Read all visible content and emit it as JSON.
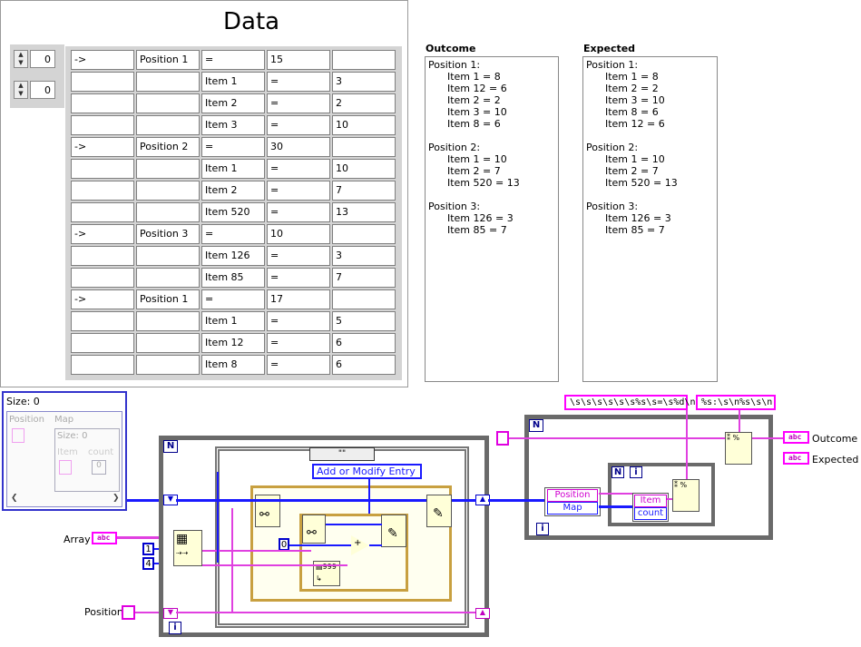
{
  "front_panel": {
    "title": "Data",
    "index_controls": [
      {
        "value": "0"
      },
      {
        "value": "0"
      }
    ],
    "table": {
      "rows": [
        [
          "->",
          "Position 1",
          "=",
          "15",
          ""
        ],
        [
          "",
          "",
          "Item 1",
          "=",
          "3"
        ],
        [
          "",
          "",
          "Item 2",
          "=",
          "2"
        ],
        [
          "",
          "",
          "Item 3",
          "=",
          "10"
        ],
        [
          "->",
          "Position 2",
          "=",
          "30",
          ""
        ],
        [
          "",
          "",
          "Item 1",
          "=",
          "10"
        ],
        [
          "",
          "",
          "Item 2",
          "=",
          "7"
        ],
        [
          "",
          "",
          "Item 520",
          "=",
          "13"
        ],
        [
          "->",
          "Position 3",
          "=",
          "10",
          ""
        ],
        [
          "",
          "",
          "Item 126",
          "=",
          "3"
        ],
        [
          "",
          "",
          "Item 85",
          "=",
          "7"
        ],
        [
          "->",
          "Position 1",
          "=",
          "17",
          ""
        ],
        [
          "",
          "",
          "Item 1",
          "=",
          "5"
        ],
        [
          "",
          "",
          "Item 12",
          "=",
          "6"
        ],
        [
          "",
          "",
          "Item 8",
          "=",
          "6"
        ]
      ]
    },
    "outcome": {
      "label": "Outcome",
      "text": "Position 1:\n      Item 1 = 8\n      Item 12 = 6\n      Item 2 = 2\n      Item 3 = 10\n      Item 8 = 6\n\nPosition 2:\n      Item 1 = 10\n      Item 2 = 7\n      Item 520 = 13\n\nPosition 3:\n      Item 126 = 3\n      Item 85 = 7"
    },
    "expected": {
      "label": "Expected",
      "text": "Position 1:\n      Item 1 = 8\n      Item 2 = 2\n      Item 3 = 10\n      Item 8 = 6\n      Item 12 = 6\n\nPosition 2:\n      Item 1 = 10\n      Item 2 = 7\n      Item 520 = 13\n\nPosition 3:\n      Item 126 = 3\n      Item 85 = 7"
    }
  },
  "diagram": {
    "map_constant": {
      "size_label": "Size: 0",
      "key_label": "Position",
      "value_label": "Map",
      "inner_size_label": "Size: 0",
      "inner_key_label": "Item",
      "inner_value_label": "count",
      "inner_value": "0"
    },
    "labels": {
      "array": "Array",
      "position": "Position",
      "outcome": "Outcome",
      "expected": "Expected"
    },
    "constants": {
      "one": "1",
      "four": "4",
      "zero": "0",
      "abc": "abc",
      "format_inner": "\\s\\s\\s\\s\\s\\s%s\\s=\\s%d\\n",
      "format_outer": "%s:\\s\\n%s\\s\\n",
      "case_selector": "\"\"",
      "mode_ring": "Add or Modify Entry",
      "unbundle_position": "Position",
      "unbundle_map": "Map",
      "unbundle_item": "Item",
      "unbundle_count": "count",
      "index_tag": "i",
      "count_tag": "N"
    },
    "colors": {
      "string_wire": "#ff00ff",
      "numeric_wire": "#0000ff",
      "structure": "#707070"
    }
  }
}
